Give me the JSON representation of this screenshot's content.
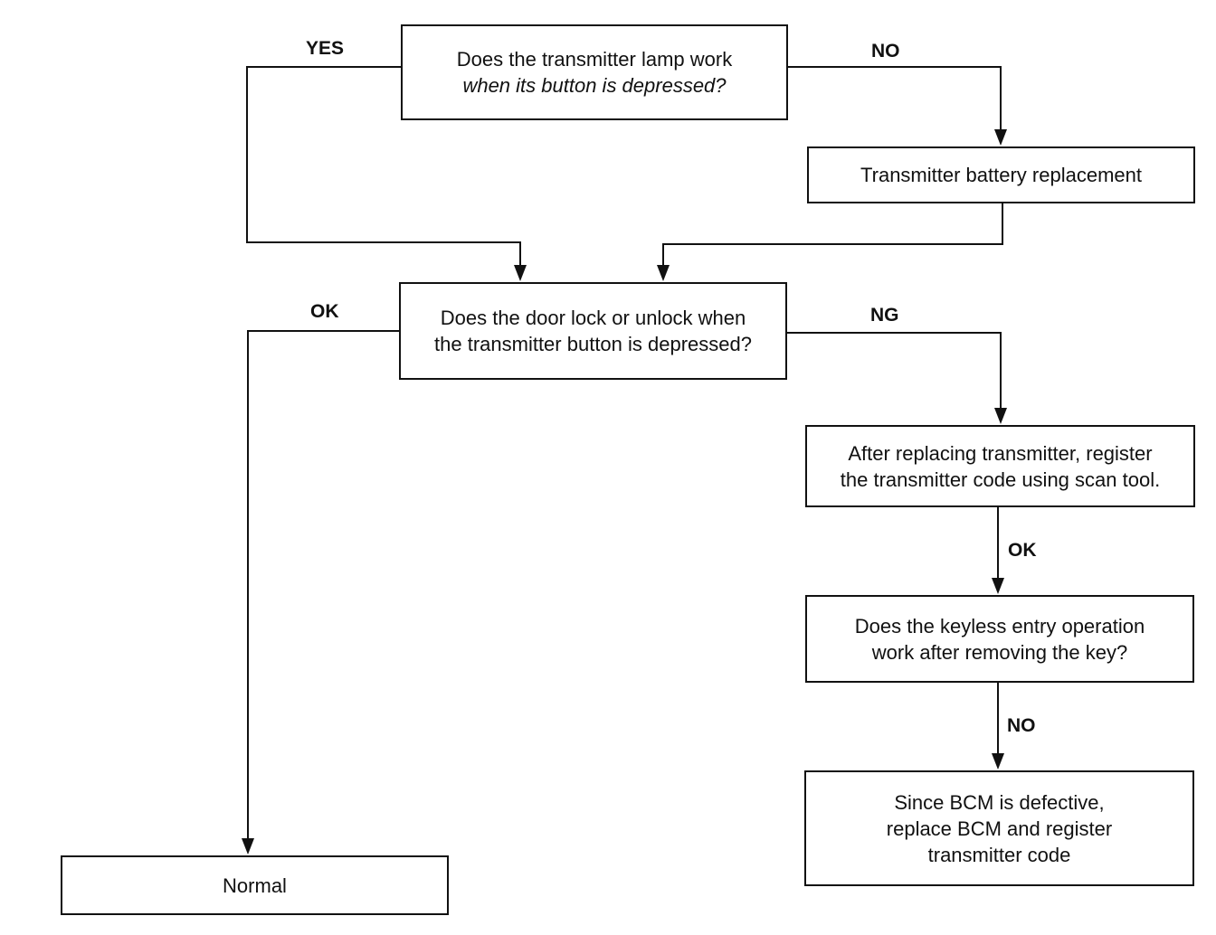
{
  "nodes": {
    "q_lamp": {
      "line1": "Does the transmitter lamp work",
      "line2": "when its button is depressed?"
    },
    "battery": {
      "text": "Transmitter battery replacement"
    },
    "q_door": {
      "line1": "Does the door lock or unlock when",
      "line2": "the transmitter button is depressed?"
    },
    "replace_tx": {
      "line1": "After replacing transmitter, register",
      "line2": "the transmitter code using scan tool."
    },
    "q_keyless": {
      "line1": "Does the keyless entry operation",
      "line2": "work after removing the key?"
    },
    "bcm": {
      "line1": "Since BCM is defective,",
      "line2": "replace BCM and register",
      "line3": "transmitter code"
    },
    "normal": {
      "text": "Normal"
    }
  },
  "edge_labels": {
    "yes": "YES",
    "no_top": "NO",
    "ok_left": "OK",
    "ng": "NG",
    "ok_right": "OK",
    "no_bottom": "NO"
  },
  "colors": {
    "line": "#111111",
    "background": "#ffffff"
  }
}
